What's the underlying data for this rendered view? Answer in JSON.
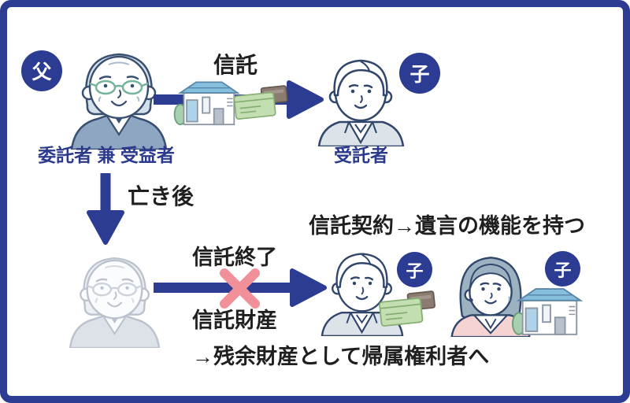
{
  "colors": {
    "navy": "#2c3c92",
    "label_blue": "#2b3a8c",
    "text_black": "#1f1f1f",
    "x_mark_pink": "#f2909a"
  },
  "top_row": {
    "father_badge": "父",
    "father_role_label": "委託者 兼 受益者",
    "trust_arrow_label": "信託",
    "son_badge": "子",
    "son_role_label": "受託者"
  },
  "middle": {
    "after_death_label": "亡き後"
  },
  "bottom_row": {
    "contract_note": "信託契約→遺言の機能を持つ",
    "arrow_top_label": "信託終了",
    "arrow_bottom_label": "信託財産",
    "son_badge": "子",
    "daughter_badge": "子",
    "result_note": "→残余財産として帰属権利者へ"
  },
  "icons": {
    "father": "elderly-man-illustration",
    "father_deceased": "elderly-man-faded-illustration",
    "son": "young-man-suit-illustration",
    "daughter": "older-woman-illustration",
    "house": "house-icon",
    "money": "bankbook-and-card-icon",
    "arrow_right": "arrow-right-icon",
    "arrow_down": "arrow-down-icon",
    "x_mark": "x-mark-icon"
  }
}
